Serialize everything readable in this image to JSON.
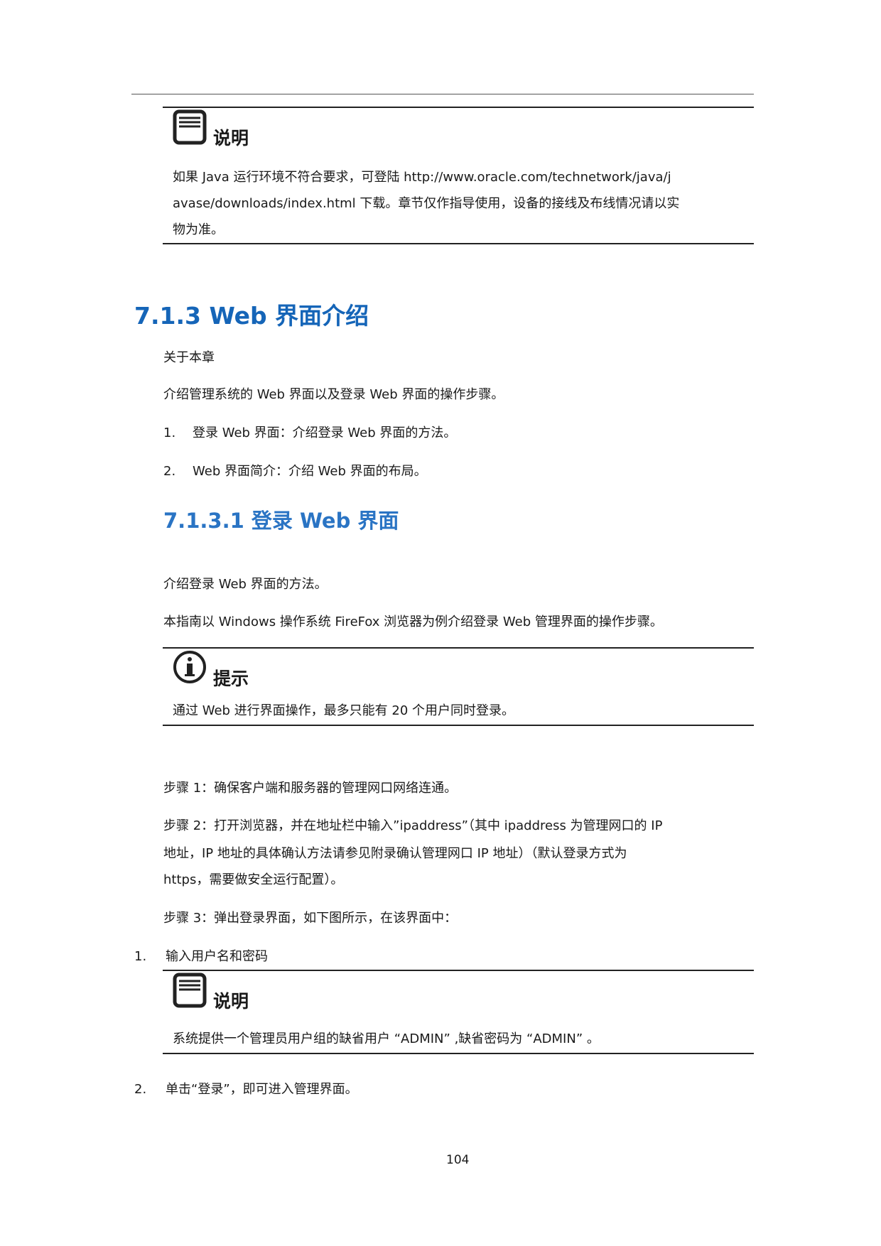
{
  "note1": {
    "title": "说明",
    "lines": [
      "如果 Java 运行环境不符合要求，可登陆 http://www.oracle.com/technetwork/java/j",
      "avase/downloads/index.html 下载。章节仅作指导使用，设备的接线及布线情况请以实",
      "物为准。"
    ]
  },
  "section": {
    "heading": "7.1.3  Web 界面介绍",
    "about": "关于本章",
    "intro": "介绍管理系统的 Web 界面以及登录 Web 界面的操作步骤。",
    "items": [
      {
        "num": "1.",
        "text": "登录 Web 界面：介绍登录 Web 界面的方法。"
      },
      {
        "num": "2.",
        "text": "Web 界面简介：介绍 Web 界面的布局。"
      }
    ]
  },
  "subsection": {
    "heading": "7.1.3.1 登录 Web 界面",
    "intro": "介绍登录 Web 界面的方法。",
    "guide": "本指南以 Windows 操作系统 FireFox 浏览器为例介绍登录 Web 管理界面的操作步骤。"
  },
  "tip": {
    "title": "提示",
    "text": "通过 Web 进行界面操作，最多只能有 20 个用户同时登录。"
  },
  "steps": {
    "step1": "步骤 1：确保客户端和服务器的管理网口网络连通。",
    "step2": [
      "步骤 2：打开浏览器，并在地址栏中输入”ipaddress”（其中 ipaddress 为管理网口的 IP",
      "地址，IP 地址的具体确认方法请参见附录确认管理网口 IP 地址）（默认登录方式为",
      "https，需要做安全运行配置）。"
    ],
    "step3": "步骤 3：弹出登录界面，如下图所示，在该界面中："
  },
  "list": [
    {
      "num": "1.",
      "text": "输入用户名和密码"
    },
    {
      "num": "2.",
      "text": "单击“登录”，即可进入管理界面。"
    }
  ],
  "note2": {
    "title": "说明",
    "text": "系统提供一个管理员用户组的缺省用户 “ADMIN” ,缺省密码为 “ADMIN” 。"
  },
  "footer": {
    "page": "104"
  }
}
